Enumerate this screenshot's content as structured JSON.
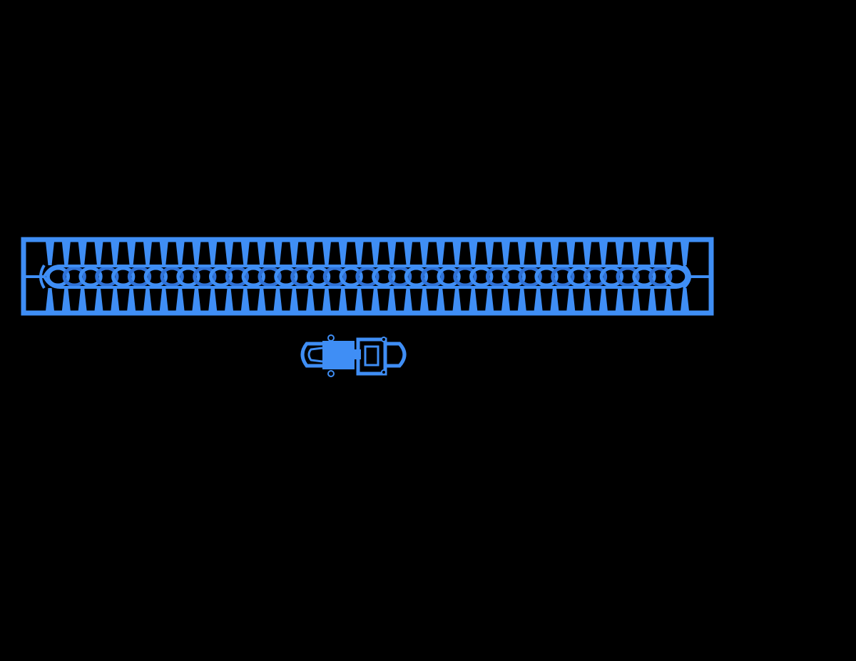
{
  "scene": {
    "background_color": "#000000",
    "part_color": "#3f8ef5",
    "part_shadow_color": "#2f72d8",
    "parts": [
      {
        "name": "chain-band",
        "kind": "braided-link-band",
        "link_count": 40
      },
      {
        "name": "clasp",
        "kind": "box-clasp"
      }
    ]
  }
}
